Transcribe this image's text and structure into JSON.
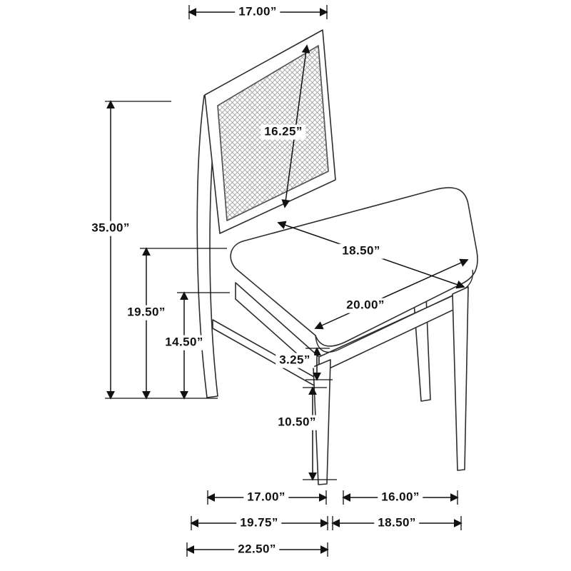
{
  "title": "Chair dimension diagram",
  "diagram": {
    "subject": "side-chair line drawing with cane back and upholstered seat",
    "line_color": "#111111",
    "background": "#ffffff"
  },
  "dimensions": {
    "back_top_width": "17.00”",
    "backrest_diagonal": "16.25”",
    "overall_height": "35.00”",
    "back_leg_height": "19.50”",
    "seat_height": "14.50”",
    "seat_depth": "18.50”",
    "seat_width": "20.00”",
    "apron_height": "3.25”",
    "leg_lower_height": "10.50”",
    "side_leg_span": "17.00”",
    "front_leg_span": "16.00”",
    "base_depth": "19.75”",
    "base_width": "18.50”",
    "overall_depth": "22.50”"
  }
}
